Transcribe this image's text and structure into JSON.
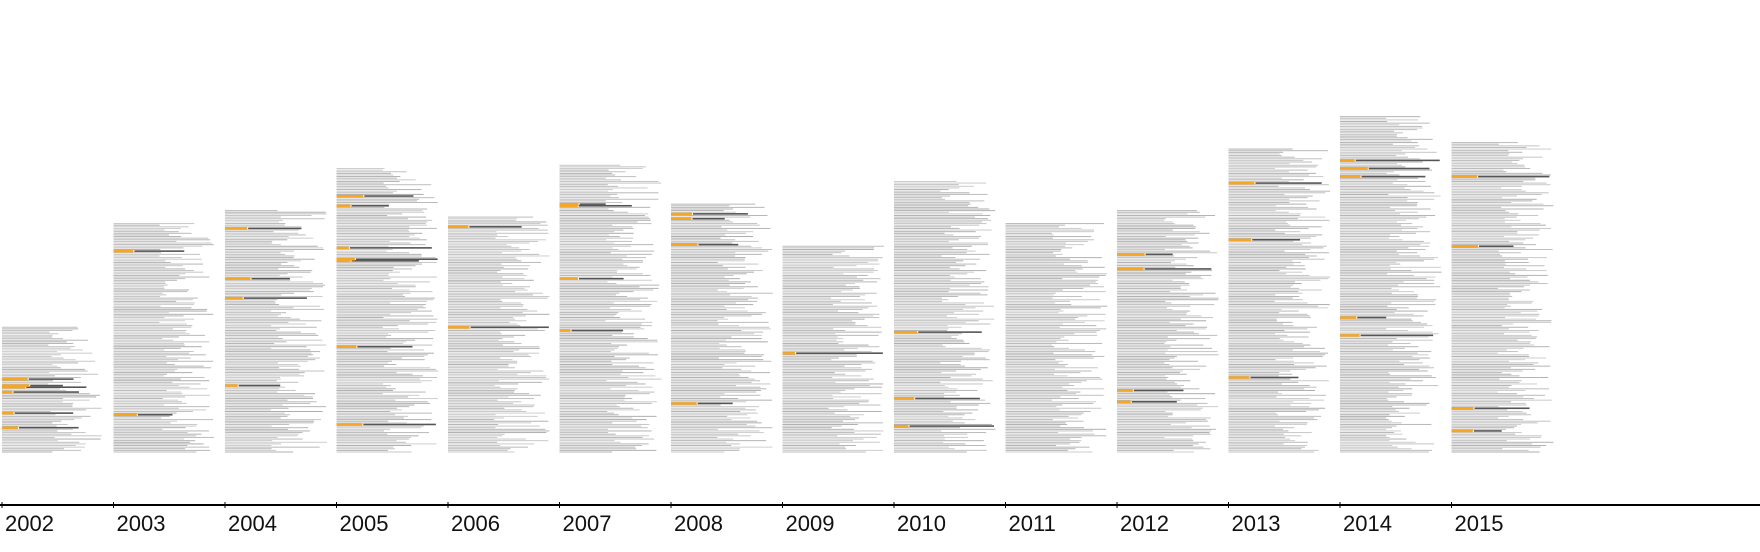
{
  "chart_data": {
    "type": "table",
    "x_axis": {
      "tick_labels": [
        "2002",
        "2003",
        "2004",
        "2005",
        "2006",
        "2007",
        "2008",
        "2009",
        "2010",
        "2011",
        "2012",
        "2013",
        "2014",
        "2015"
      ]
    },
    "columns": [
      {
        "year": "2002",
        "approx_entries": 78,
        "highlighted_entries": 6
      },
      {
        "year": "2003",
        "approx_entries": 142,
        "highlighted_entries": 2
      },
      {
        "year": "2004",
        "approx_entries": 150,
        "highlighted_entries": 4
      },
      {
        "year": "2005",
        "approx_entries": 176,
        "highlighted_entries": 7
      },
      {
        "year": "2006",
        "approx_entries": 146,
        "highlighted_entries": 2
      },
      {
        "year": "2007",
        "approx_entries": 178,
        "highlighted_entries": 4
      },
      {
        "year": "2008",
        "approx_entries": 154,
        "highlighted_entries": 4
      },
      {
        "year": "2009",
        "approx_entries": 128,
        "highlighted_entries": 1
      },
      {
        "year": "2010",
        "approx_entries": 168,
        "highlighted_entries": 3
      },
      {
        "year": "2011",
        "approx_entries": 142,
        "highlighted_entries": 0
      },
      {
        "year": "2012",
        "approx_entries": 150,
        "highlighted_entries": 4
      },
      {
        "year": "2013",
        "approx_entries": 188,
        "highlighted_entries": 3
      },
      {
        "year": "2014",
        "approx_entries": 208,
        "highlighted_entries": 5
      },
      {
        "year": "2015",
        "approx_entries": 192,
        "highlighted_entries": 4
      }
    ],
    "text_color": "#a8a8a8",
    "highlight_color": "#f6a623",
    "axis_color": "#000000",
    "grid": false,
    "legend": "none"
  }
}
